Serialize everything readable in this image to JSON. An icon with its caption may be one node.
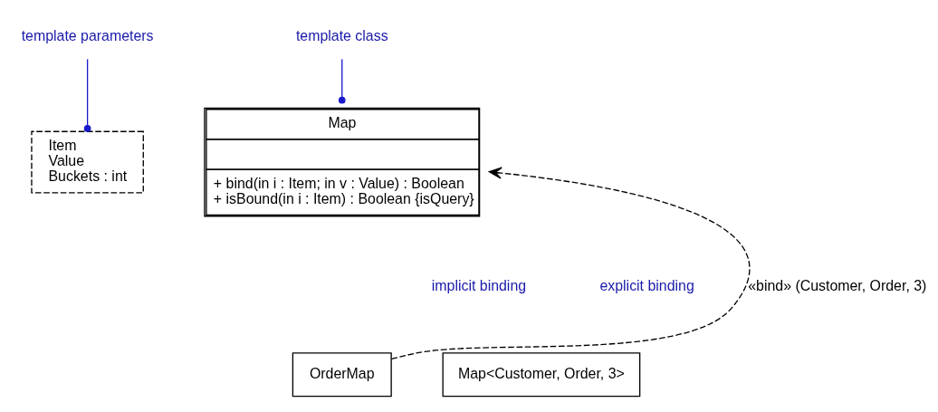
{
  "diagram": {
    "nodes": [
      {
        "text": [
          "template parameters"
        ]
      },
      {
        "text": [
          "template class"
        ]
      },
      {
        "text": [
          "Map",
          "+ bind(in i : Item; in v : Value) : Boolean",
          "+ isBound(in i : Item) : Boolean {isQuery}"
        ]
      },
      {
        "text": [
          "Item",
          "Value",
          "Buckets : int"
        ]
      },
      {
        "text": [
          "Map<Customer, Order, 3>"
        ]
      },
      {
        "text": [
          "OrderMap"
        ]
      }
    ],
    "edges": [
      {
        "from": 0,
        "to": 3,
        "arrow": "other",
        "color": "#1a1acc"
      },
      {
        "from": 1,
        "to": 2,
        "arrow": "other",
        "color": "#1a1acc"
      },
      {
        "from": 5,
        "to": 2,
        "arrow": "to",
        "style": "dashed",
        "color": "#000000",
        "label": "«bind» (Customer, Order, 3)"
      }
    ],
    "labels": [
      "implicit binding",
      "explicit binding"
    ]
  }
}
